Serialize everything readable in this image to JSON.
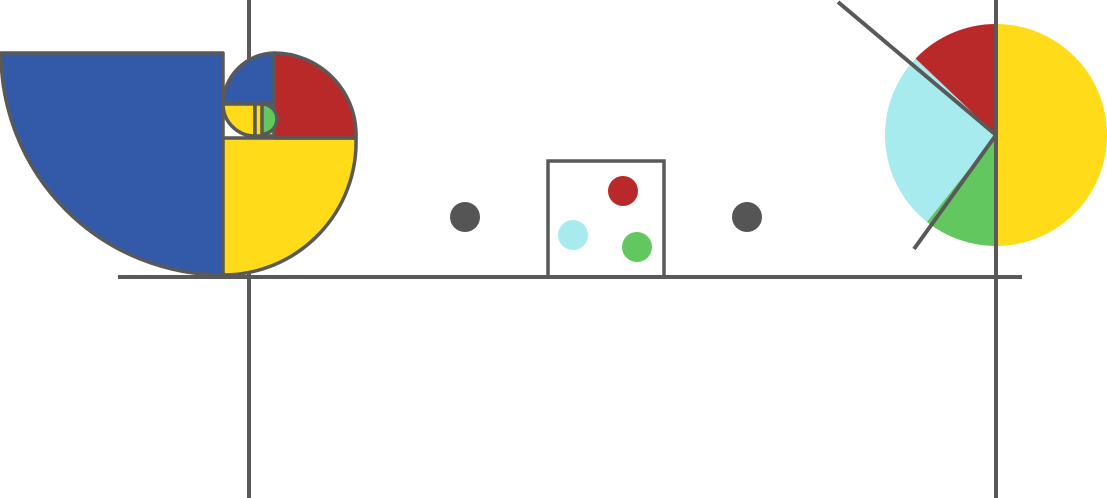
{
  "colors": {
    "line": "#595959",
    "blue": "#325AA8",
    "red": "#BA2929",
    "yellow": "#FFDB19",
    "green": "#63C760",
    "cyan": "#A8EBEF",
    "dot": "#555555",
    "background": "#FFFFFF"
  },
  "icons": [
    "fibonacci-spiral-icon",
    "dot-icon",
    "box-with-dots-icon",
    "dot-icon",
    "pie-clock-icon"
  ],
  "golden_spiral": {
    "quarters": [
      {
        "name": "blue-quarter",
        "color": "blue"
      },
      {
        "name": "yellow-quarter",
        "color": "yellow"
      },
      {
        "name": "red-quarter",
        "color": "red"
      },
      {
        "name": "small-blue-quarter",
        "color": "blue"
      },
      {
        "name": "small-yellow-quarter",
        "color": "yellow"
      },
      {
        "name": "small-green-quarter",
        "color": "green"
      }
    ]
  },
  "box_dots": [
    {
      "name": "red-dot",
      "color": "red"
    },
    {
      "name": "cyan-dot",
      "color": "cyan"
    },
    {
      "name": "green-dot",
      "color": "green"
    }
  ],
  "pie": {
    "slices": [
      {
        "name": "yellow-slice",
        "color": "yellow",
        "value": 0.5
      },
      {
        "name": "green-slice",
        "color": "green",
        "value": 0.107
      },
      {
        "name": "cyan-slice",
        "color": "cyan",
        "value": 0.264
      },
      {
        "name": "red-slice",
        "color": "red",
        "value": 0.129
      }
    ]
  }
}
